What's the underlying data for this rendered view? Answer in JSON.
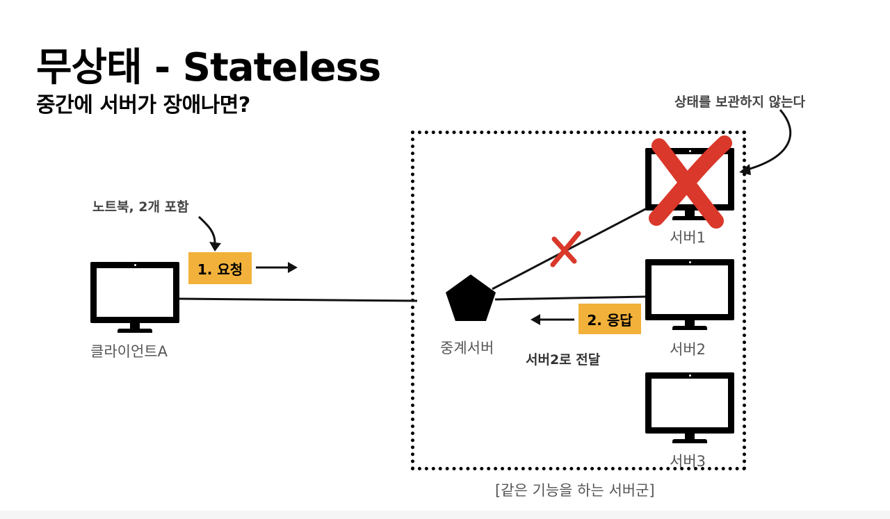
{
  "slide": {
    "title": "무상태 - Stateless",
    "subtitle": "중간에 서버가 장애나면?"
  },
  "notes": {
    "laptop_note": "노트북, 2개 포함",
    "server_note": "상태를 보관하지 않는다",
    "forward_note": "서버2로 전달"
  },
  "tags": {
    "request": "1. 요청",
    "response": "2. 응답"
  },
  "nodes": {
    "client": "클라이언트A",
    "relay": "중계서버",
    "server1": "서버1",
    "server2": "서버2",
    "server3": "서버3"
  },
  "cluster_caption": "[같은 기능을 하는 서버군]",
  "colors": {
    "tag_fill": "#f2b13a",
    "cross": "#d9382a",
    "label_text": "#555555"
  }
}
